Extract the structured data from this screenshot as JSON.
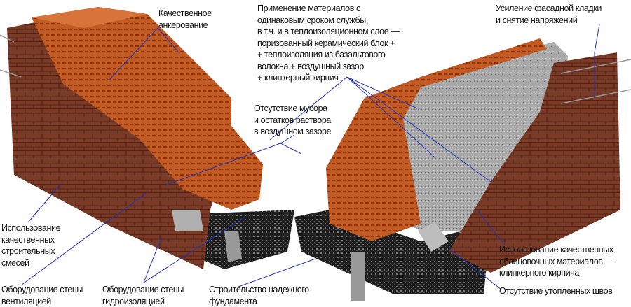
{
  "colors": {
    "leader": "#2233bb",
    "brick": "#7a3a26",
    "block": "#c25a22",
    "insulation": "#a8a8a8",
    "foundation": "#222222"
  },
  "labels": {
    "anchoring": [
      "Качественное",
      "анкерование"
    ],
    "materials": [
      "Применение материалов с",
      "одинаковым сроком службы,",
      "в т.ч. и в теплоизоляционном слое —",
      "поризованный керамический блок +",
      "+ теплоизоляция из базальтового",
      "волокна + воздушный зазор",
      "+ клинкерный кирпич"
    ],
    "reinforcement": [
      "Усиление фасадной кладки",
      "и снятие напряжений"
    ],
    "no_debris": [
      "Отсутствие мусора",
      "и остатков раствора",
      "в воздушном зазоре"
    ],
    "mortar": [
      "Использование",
      "качественных",
      "строительных",
      "смесей"
    ],
    "ventilation": [
      "Оборудование стены",
      "вентиляцией"
    ],
    "waterproofing": [
      "Оборудование стены",
      "гидроизоляцией"
    ],
    "foundation": [
      "Строительство надежного",
      "фундамента"
    ],
    "facing": [
      "Использование качественных",
      "облицовочных материалов —",
      "клинкерного кирпича"
    ],
    "joints": [
      "Отсутствие утопленных швов"
    ]
  }
}
